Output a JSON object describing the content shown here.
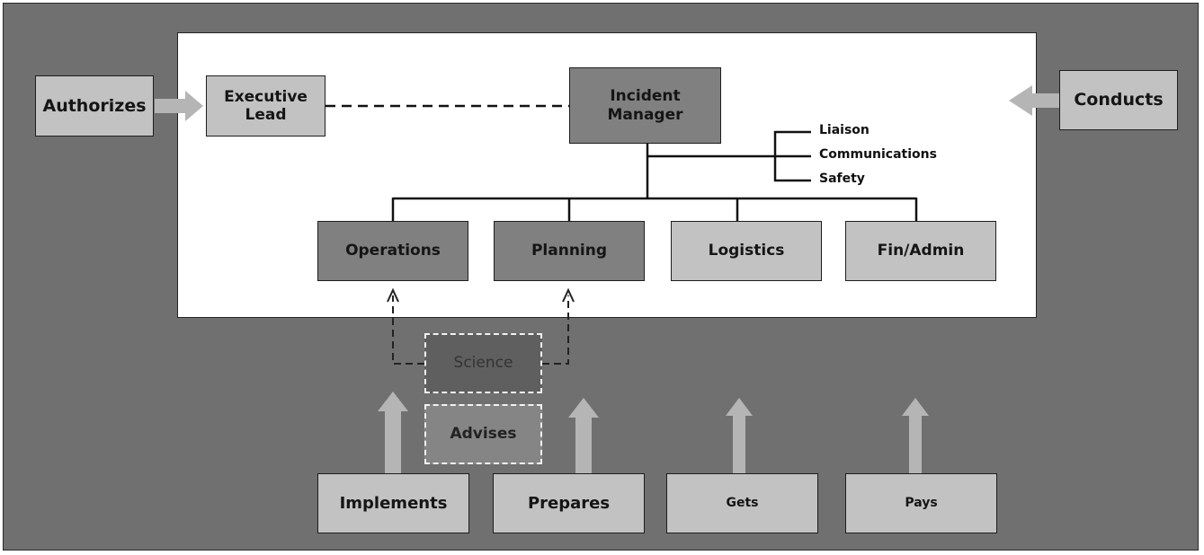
{
  "colors": {
    "background": "#707070",
    "org_panel": "#ffffff",
    "box_dark": "#808080",
    "box_light": "#c2c2c2",
    "arrow": "#b5b5b5",
    "dashed_border": "#f2f2f2"
  },
  "external": {
    "authorizes": "Authorizes",
    "conducts": "Conducts"
  },
  "org": {
    "executive_lead": "Executive Lead",
    "incident_manager": "Incident Manager",
    "command_staff": [
      "Liaison",
      "Communications",
      "Safety"
    ],
    "sections": [
      "Operations",
      "Planning",
      "Logistics",
      "Fin/Admin"
    ]
  },
  "science": {
    "label": "Science",
    "role": "Advises"
  },
  "functions": [
    "Implements",
    "Prepares",
    "Gets",
    "Pays"
  ]
}
